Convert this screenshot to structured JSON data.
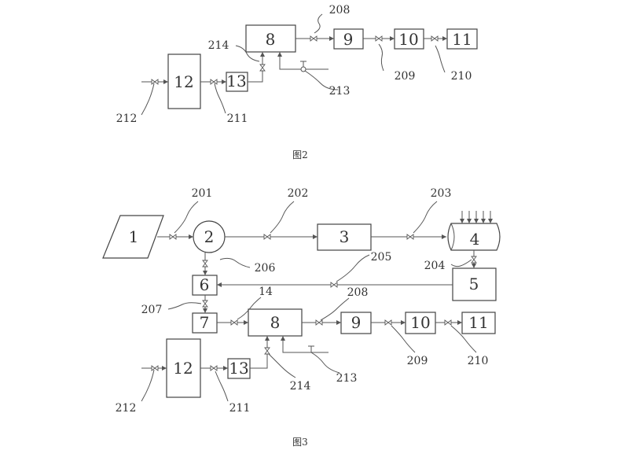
{
  "figure2": {
    "caption": "图2",
    "boxes": {
      "b8": "8",
      "b9": "9",
      "b10": "10",
      "b11": "11",
      "b12": "12",
      "b13": "13"
    },
    "valves": {
      "v208": "208",
      "v209": "209",
      "v210": "210",
      "v211": "211",
      "v212": "212",
      "v213": "213",
      "v214": "214"
    }
  },
  "figure3": {
    "caption": "图3",
    "boxes": {
      "b1": "1",
      "b2": "2",
      "b3": "3",
      "b4": "4",
      "b5": "5",
      "b6": "6",
      "b7": "7",
      "b8": "8",
      "b9": "9",
      "b10": "10",
      "b11": "11",
      "b12": "12",
      "b13": "13"
    },
    "valves": {
      "v201": "201",
      "v202": "202",
      "v203": "203",
      "v204": "204",
      "v205": "205",
      "v206": "206",
      "v207": "207",
      "v208": "208",
      "v209": "209",
      "v210": "210",
      "v211": "211",
      "v212": "212",
      "v213": "213",
      "v214": "214",
      "v14": "14"
    }
  }
}
